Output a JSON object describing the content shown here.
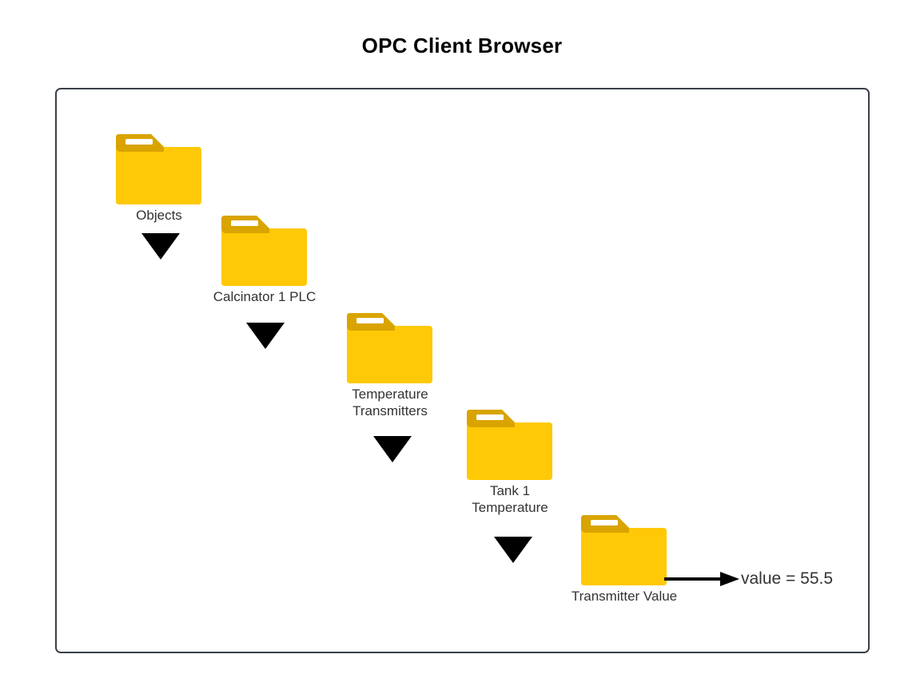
{
  "title": "OPC Client Browser",
  "panel": {
    "border_color": "#3a4049",
    "background": "#ffffff"
  },
  "colors": {
    "folder_body": "#ffc907",
    "folder_tab": "#d9a400",
    "folder_slot": "#ffffff",
    "arrow": "#000000",
    "label_text": "#333333",
    "title_text": "#000000"
  },
  "tree": {
    "nodes": [
      {
        "id": "objects",
        "label": "Objects",
        "icon": "folder-icon"
      },
      {
        "id": "calcinator-1-plc",
        "label": "Calcinator 1 PLC",
        "icon": "folder-icon"
      },
      {
        "id": "temperature-transmitters",
        "label": "Temperature\nTransmitters",
        "icon": "folder-icon"
      },
      {
        "id": "tank-1-temperature",
        "label": "Tank 1\nTemperature",
        "icon": "folder-icon"
      },
      {
        "id": "transmitter-value",
        "label": "Transmitter Value",
        "icon": "folder-icon"
      }
    ],
    "connectors": [
      {
        "from": "objects",
        "to": "calcinator-1-plc",
        "icon": "triangle-down-icon"
      },
      {
        "from": "calcinator-1-plc",
        "to": "temperature-transmitters",
        "icon": "triangle-down-icon"
      },
      {
        "from": "temperature-transmitters",
        "to": "tank-1-temperature",
        "icon": "triangle-down-icon"
      },
      {
        "from": "tank-1-temperature",
        "to": "transmitter-value",
        "icon": "triangle-down-icon"
      }
    ]
  },
  "value_readout": {
    "arrow_icon": "arrow-right-icon",
    "text": "value = 55.5"
  }
}
